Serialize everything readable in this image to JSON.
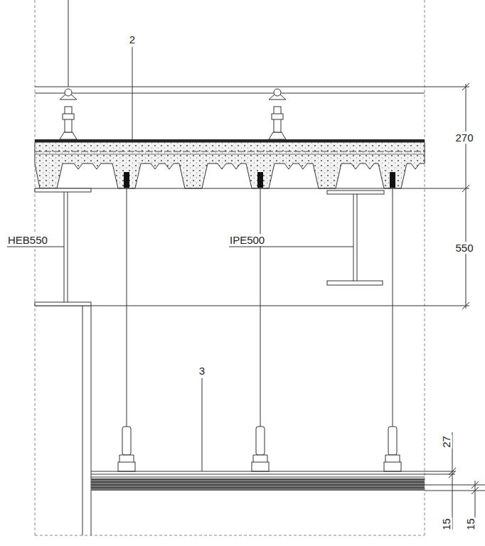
{
  "diagram": {
    "labels": [
      "2",
      "270",
      "HEB550",
      "IPE500",
      "550",
      "3",
      "27",
      "15",
      "15"
    ]
  }
}
